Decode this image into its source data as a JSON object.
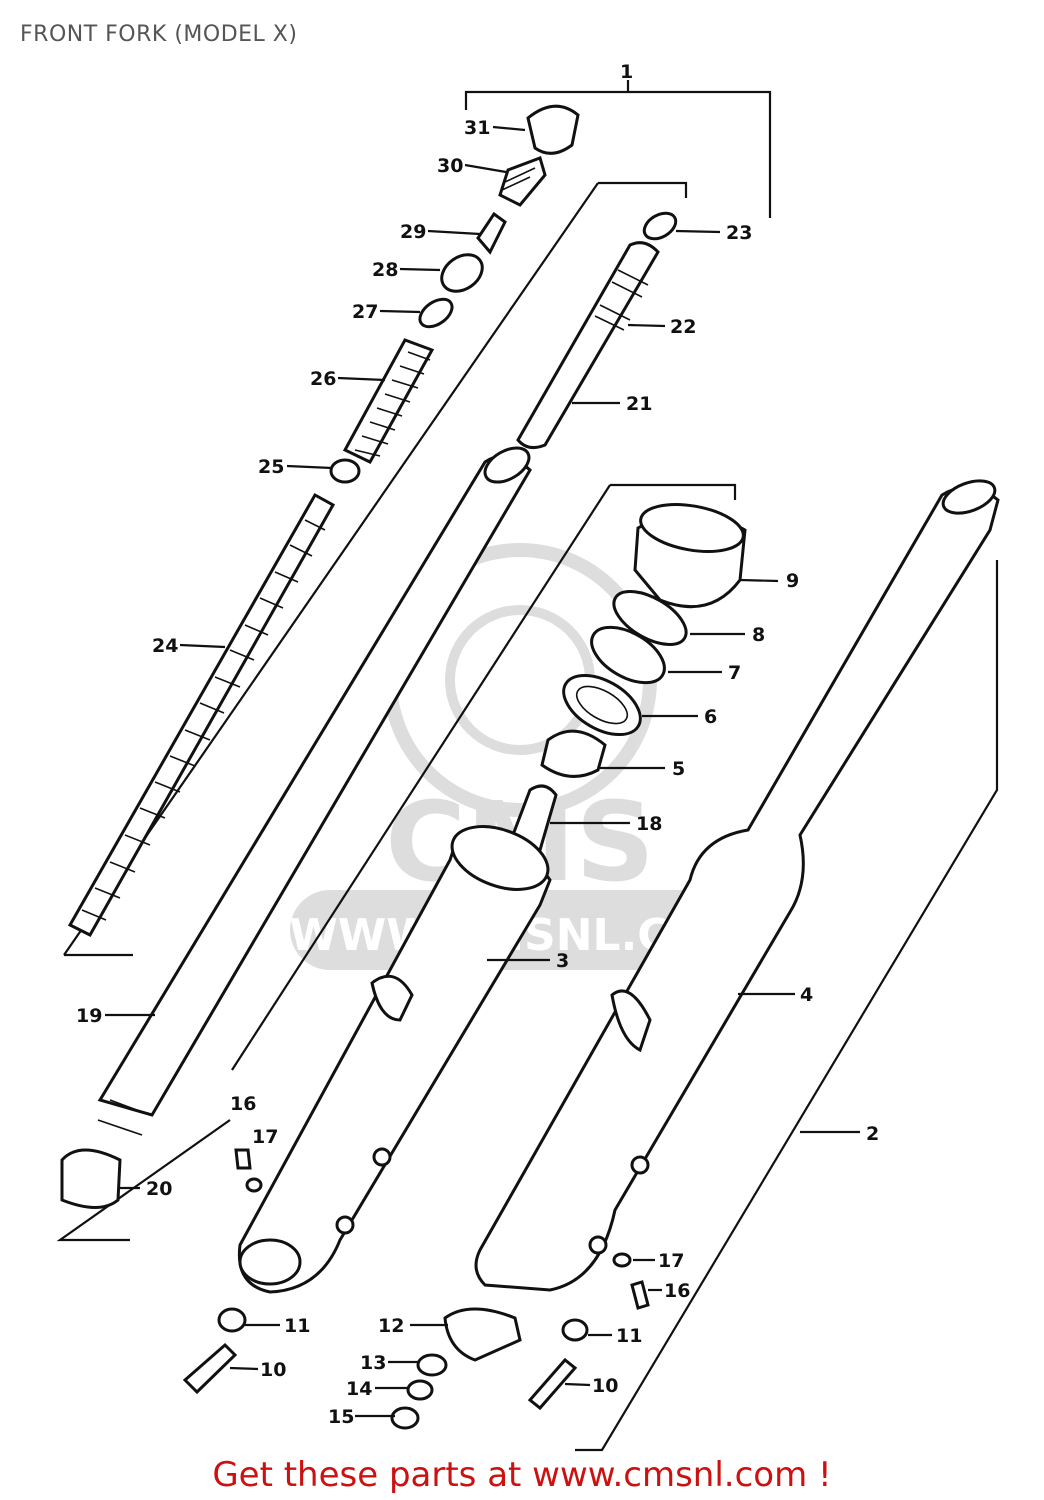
{
  "title": "FRONT FORK (MODEL X)",
  "footer": "Get these parts at www.cmsnl.com !",
  "watermark": {
    "brand": "CMS",
    "url": "WWW.CMSNL.COM"
  },
  "callouts": [
    {
      "id": "c1",
      "num": "1"
    },
    {
      "id": "c2",
      "num": "2"
    },
    {
      "id": "c3",
      "num": "3"
    },
    {
      "id": "c4",
      "num": "4"
    },
    {
      "id": "c5",
      "num": "5"
    },
    {
      "id": "c6",
      "num": "6"
    },
    {
      "id": "c7",
      "num": "7"
    },
    {
      "id": "c8",
      "num": "8"
    },
    {
      "id": "c9",
      "num": "9"
    },
    {
      "id": "c10a",
      "num": "10"
    },
    {
      "id": "c10b",
      "num": "10"
    },
    {
      "id": "c11a",
      "num": "11"
    },
    {
      "id": "c11b",
      "num": "11"
    },
    {
      "id": "c12",
      "num": "12"
    },
    {
      "id": "c13",
      "num": "13"
    },
    {
      "id": "c14",
      "num": "14"
    },
    {
      "id": "c15",
      "num": "15"
    },
    {
      "id": "c16a",
      "num": "16"
    },
    {
      "id": "c16b",
      "num": "16"
    },
    {
      "id": "c17a",
      "num": "17"
    },
    {
      "id": "c17b",
      "num": "17"
    },
    {
      "id": "c18",
      "num": "18"
    },
    {
      "id": "c19",
      "num": "19"
    },
    {
      "id": "c20",
      "num": "20"
    },
    {
      "id": "c21",
      "num": "21"
    },
    {
      "id": "c22",
      "num": "22"
    },
    {
      "id": "c23",
      "num": "23"
    },
    {
      "id": "c24",
      "num": "24"
    },
    {
      "id": "c25",
      "num": "25"
    },
    {
      "id": "c26",
      "num": "26"
    },
    {
      "id": "c27",
      "num": "27"
    },
    {
      "id": "c28",
      "num": "28"
    },
    {
      "id": "c29",
      "num": "29"
    },
    {
      "id": "c30",
      "num": "30"
    },
    {
      "id": "c31",
      "num": "31"
    }
  ]
}
